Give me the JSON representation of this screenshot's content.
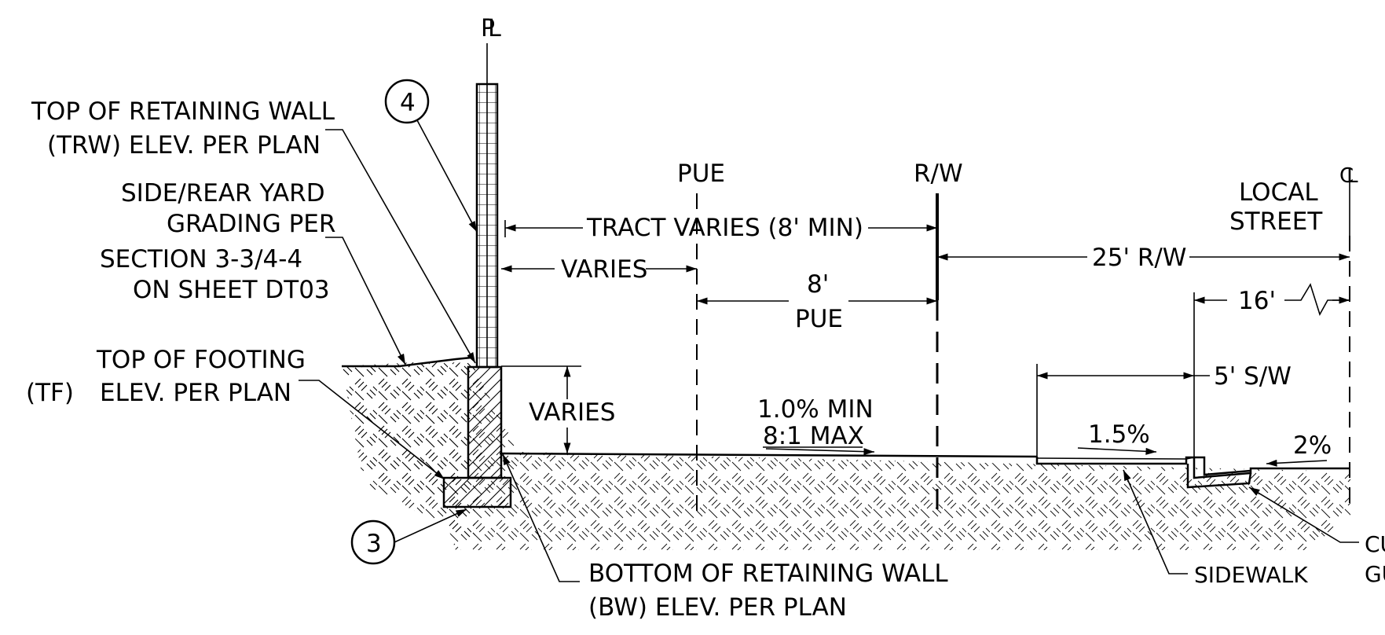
{
  "labels": {
    "pl": "PL",
    "cl": "CL",
    "pue_top": "PUE",
    "rw_top": "R/W",
    "local_street_1": "LOCAL",
    "local_street_2": "STREET",
    "trw_1": "TOP OF RETAINING WALL",
    "trw_2": "(TRW) ELEV. PER PLAN",
    "side_1": "SIDE/REAR YARD",
    "side_2": "GRADING PER",
    "side_3": "SECTION 3-3/4-4",
    "side_4": "ON SHEET DT03",
    "tf_1": "TOP OF FOOTING",
    "tf_2a": "(TF)",
    "tf_2b": "ELEV. PER PLAN",
    "bw_1": "BOTTOM OF RETAINING WALL",
    "bw_2": "(BW) ELEV. PER PLAN",
    "sidewalk": "SIDEWALK",
    "curb_1": "CU",
    "curb_2": "GU"
  },
  "callouts": {
    "four": "4",
    "three": "3"
  },
  "dimensions": {
    "tract": "TRACT VARIES (8' MIN)",
    "varies_top": "VARIES",
    "pue_8": "8'",
    "pue_label": "PUE",
    "rw_25": "25' R/W",
    "sixteen": "16'",
    "sw_5": "5' S/W",
    "varies_wall": "VARIES",
    "slope_1": "1.0% MIN",
    "slope_2": "8:1 MAX",
    "sw_slope": "1.5%",
    "street_slope": "2%"
  },
  "colors": {
    "line": "#000000",
    "background": "#ffffff"
  }
}
